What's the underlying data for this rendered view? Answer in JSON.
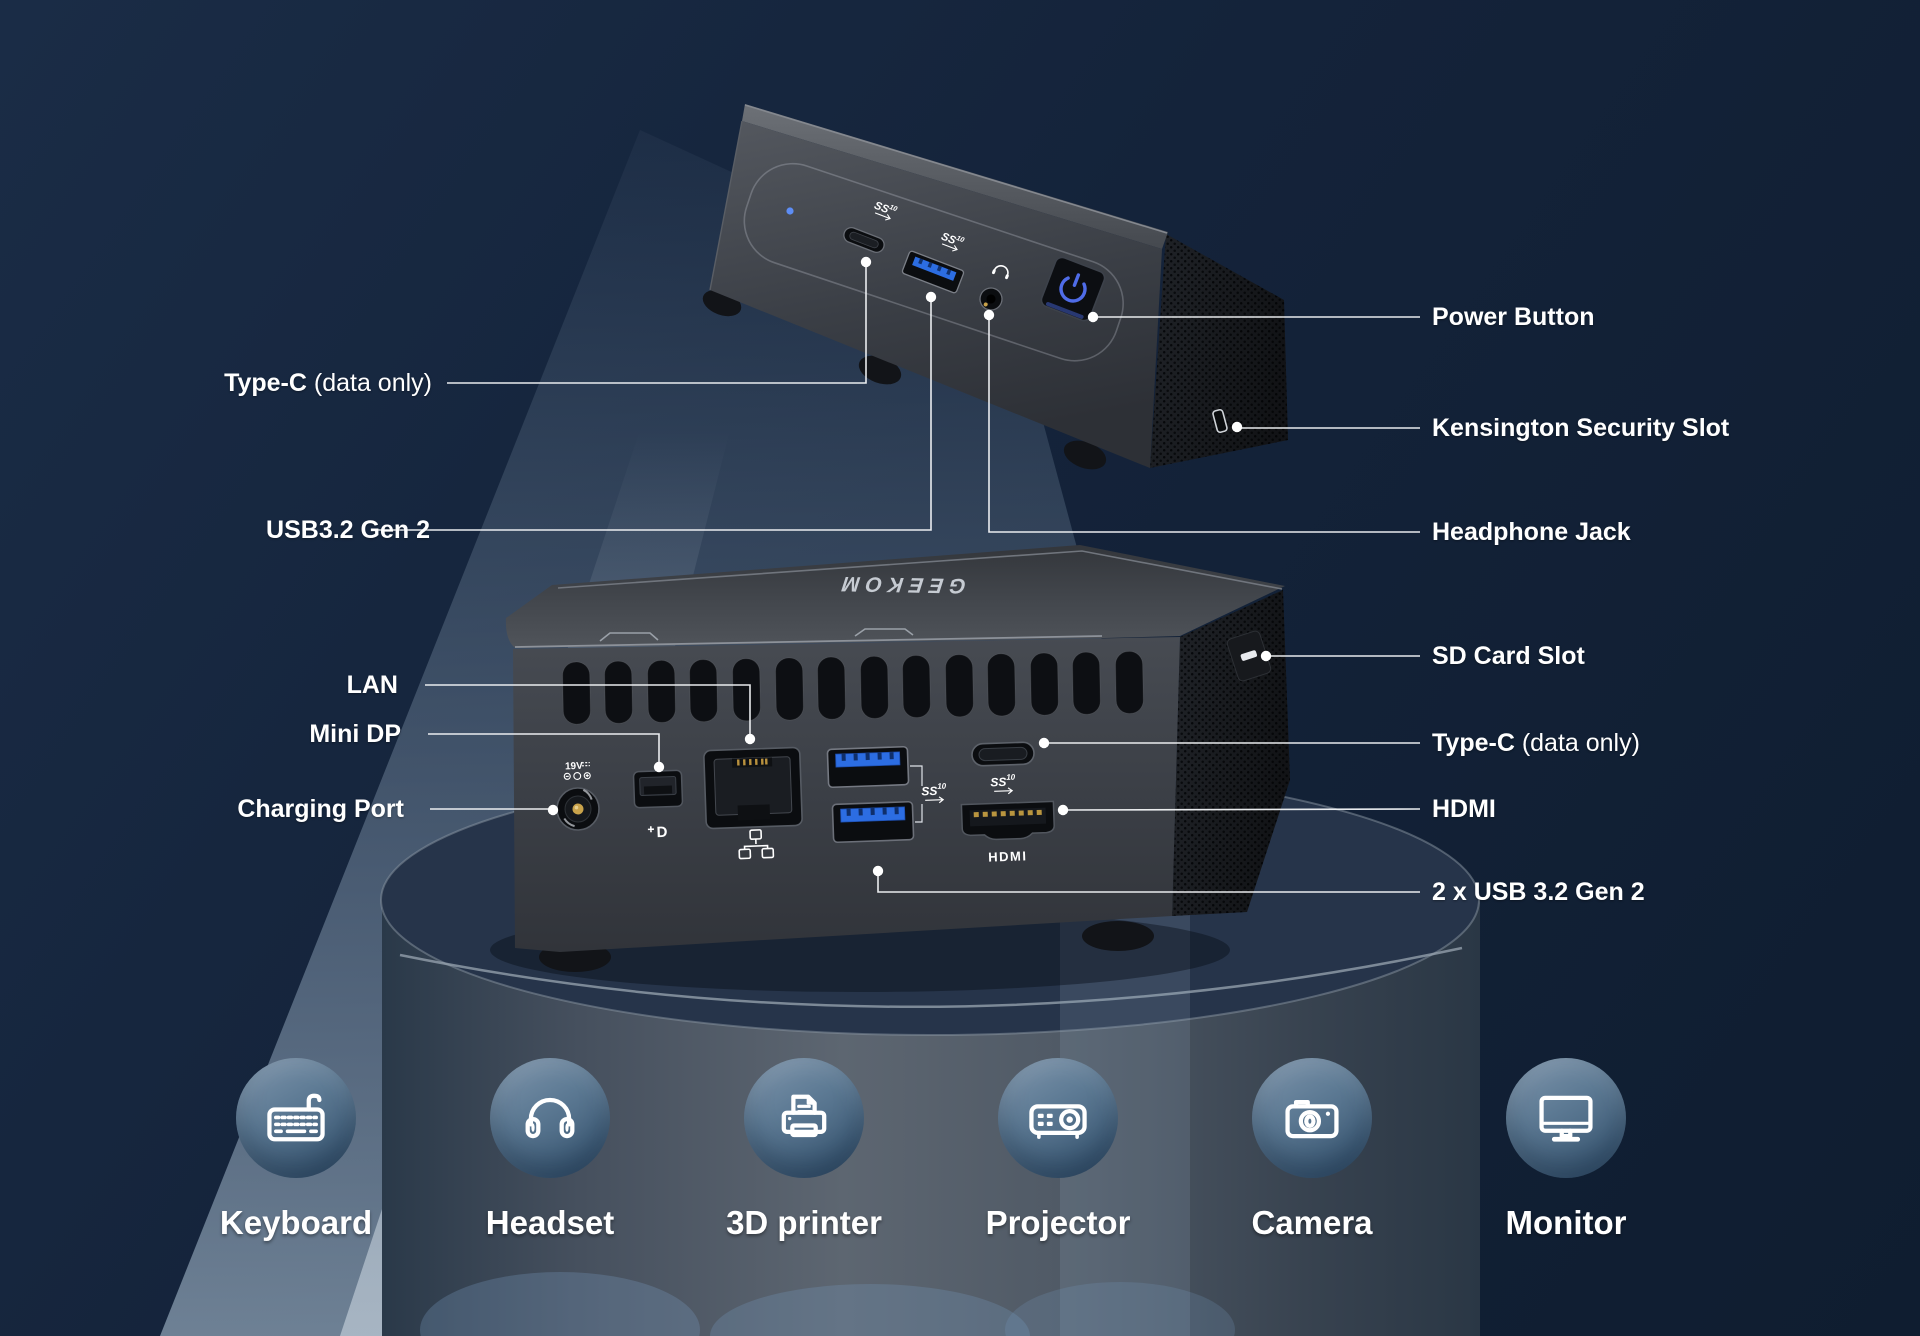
{
  "scene": {
    "brand_logo": "GEEKOM",
    "port_markings": {
      "usb_speed_prefix": "SS",
      "usb_speed": "10",
      "charging_voltage": "19V",
      "dp_logo": "D",
      "hdmi_logo": "HDMI"
    }
  },
  "callouts": {
    "left": [
      {
        "main": "Type-C",
        "suffix": " (data only)"
      },
      {
        "main": "USB3.2 Gen 2",
        "suffix": ""
      },
      {
        "main": "LAN",
        "suffix": ""
      },
      {
        "main": "Mini DP",
        "suffix": ""
      },
      {
        "main": "Charging Port",
        "suffix": ""
      }
    ],
    "right": [
      {
        "main": "Power Button",
        "suffix": ""
      },
      {
        "main": "Kensington Security Slot",
        "suffix": ""
      },
      {
        "main": "Headphone Jack",
        "suffix": ""
      },
      {
        "main": "SD Card Slot",
        "suffix": ""
      },
      {
        "main": "Type-C",
        "suffix": " (data only)"
      },
      {
        "main": "HDMI",
        "suffix": ""
      },
      {
        "main": "2 x USB 3.2 Gen 2",
        "suffix": ""
      }
    ]
  },
  "peripherals": [
    {
      "label": "Keyboard"
    },
    {
      "label": "Headset"
    },
    {
      "label": "3D printer"
    },
    {
      "label": "Projector"
    },
    {
      "label": "Camera"
    },
    {
      "label": "Monitor"
    }
  ],
  "colors": {
    "background_navy": "#14233a",
    "beam_slate": "#6e8299",
    "usb_blue": "#2c6de2",
    "power_glyph_blue": "#4f6ce8",
    "text_white": "#ffffff"
  }
}
